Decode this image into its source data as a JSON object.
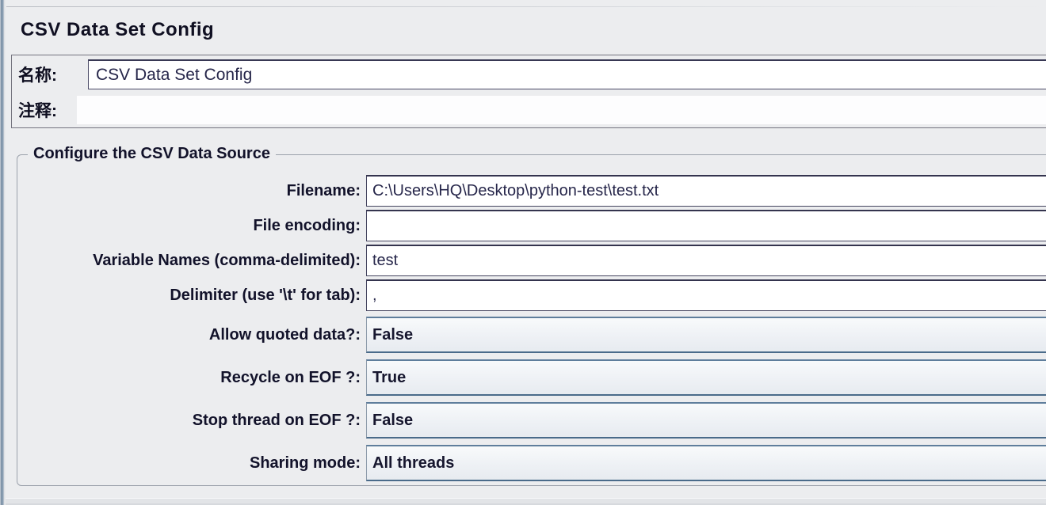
{
  "header": {
    "title": "CSV Data Set Config"
  },
  "name_panel": {
    "name_label": "名称:",
    "name_value": "CSV Data Set Config",
    "comments_label": "注释:",
    "comments_value": ""
  },
  "group": {
    "legend": "Configure the CSV Data Source",
    "fields": [
      {
        "label": "Filename:",
        "value": "C:\\Users\\HQ\\Desktop\\python-test\\test.txt",
        "type": "text"
      },
      {
        "label": "File encoding:",
        "value": "",
        "type": "text"
      },
      {
        "label": "Variable Names (comma-delimited):",
        "value": "test",
        "type": "text"
      },
      {
        "label": "Delimiter (use '\\t' for tab):",
        "value": ",",
        "type": "text"
      },
      {
        "label": "Allow quoted data?:",
        "value": "False",
        "type": "select"
      },
      {
        "label": "Recycle on EOF ?:",
        "value": "True",
        "type": "select"
      },
      {
        "label": "Stop thread on EOF ?:",
        "value": "False",
        "type": "select"
      },
      {
        "label": "Sharing mode:",
        "value": "All threads",
        "type": "select"
      }
    ]
  },
  "colors": {
    "background": "#ecedef",
    "splitter_blue": "#8ba0b4",
    "combo_border_top": "#5f7e9c",
    "combo_border_bottom": "#4a6b8a",
    "text_dark_navy": "#16162e",
    "field_border": "#45455f"
  }
}
